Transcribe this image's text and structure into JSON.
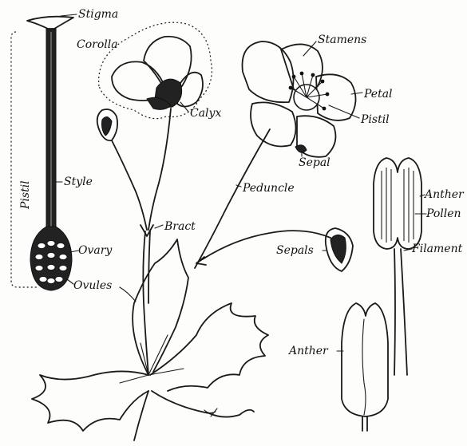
{
  "labels": {
    "stigma": "Stigma",
    "corolla": "Corolla",
    "calyx": "Calyx",
    "stamens": "Stamens",
    "petal": "Petal",
    "pistil_right": "Pistil",
    "sepal": "Sepal",
    "pistil_side": "Pistil",
    "style": "Style",
    "peduncle": "Peduncle",
    "anther_top": "Anther",
    "pollen": "Pollen",
    "bract": "Bract",
    "sepals": "Sepals",
    "ovary": "Ovary",
    "ovules": "Ovules",
    "filament": "Filament",
    "anther_bottom": "Anther"
  },
  "colors": {
    "ink": "#1a1a1a",
    "paper": "#fdfdfb"
  }
}
